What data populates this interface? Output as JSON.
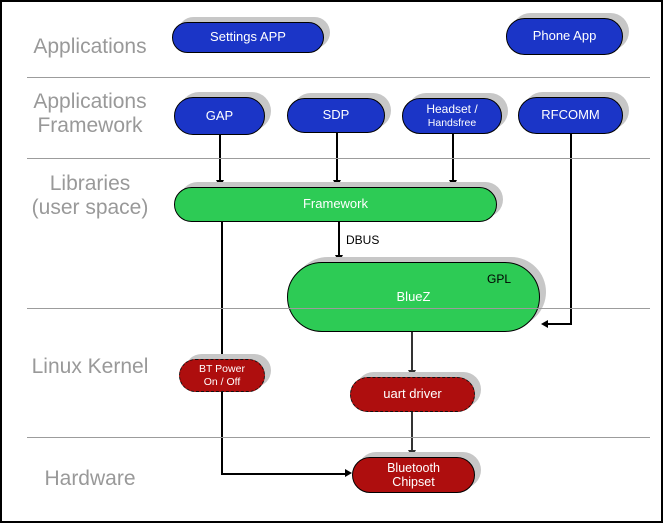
{
  "layers": {
    "applications": {
      "line1": "Applications"
    },
    "applications_framework": {
      "line1": "Applications",
      "line2": "Framework"
    },
    "libraries": {
      "line1": "Libraries",
      "line2": "(user space)"
    },
    "linux_kernel": {
      "line1": "Linux Kernel"
    },
    "hardware": {
      "line1": "Hardware"
    }
  },
  "nodes": {
    "settings_app": {
      "label": "Settings APP"
    },
    "phone_app": {
      "label": "Phone App"
    },
    "gap": {
      "label": "GAP"
    },
    "sdp": {
      "label": "SDP"
    },
    "headset": {
      "line1": "Headset /",
      "line2": "Handsfree"
    },
    "rfcomm": {
      "label": "RFCOMM"
    },
    "framework": {
      "label": "Framework"
    },
    "bluez": {
      "label": "BlueZ",
      "badge": "GPL"
    },
    "bt_power": {
      "line1": "BT Power",
      "line2": "On / Off"
    },
    "uart_driver": {
      "label": "uart driver"
    },
    "bluetooth_chipset": {
      "line1": "Bluetooth",
      "line2": "Chipset"
    }
  },
  "edges": {
    "dbus_label": "DBUS",
    "list": [
      {
        "from": "GAP",
        "to": "Framework"
      },
      {
        "from": "SDP",
        "to": "Framework"
      },
      {
        "from": "Headset / Handsfree",
        "to": "Framework"
      },
      {
        "from": "Framework",
        "to": "BlueZ",
        "label": "DBUS"
      },
      {
        "from": "RFCOMM",
        "to": "BlueZ"
      },
      {
        "from": "BlueZ",
        "to": "uart driver"
      },
      {
        "from": "uart driver",
        "to": "Bluetooth Chipset"
      },
      {
        "from": "Framework",
        "to": "Bluetooth Chipset",
        "via": "BT Power On / Off"
      }
    ]
  },
  "colors": {
    "node_blue": "#1B35C7",
    "node_green": "#2DCB55",
    "node_red": "#AE0E0E",
    "layer_label_gray": "#999999",
    "divider_gray": "#9C9C9C",
    "shadow_gray": "#C7C7C7"
  }
}
